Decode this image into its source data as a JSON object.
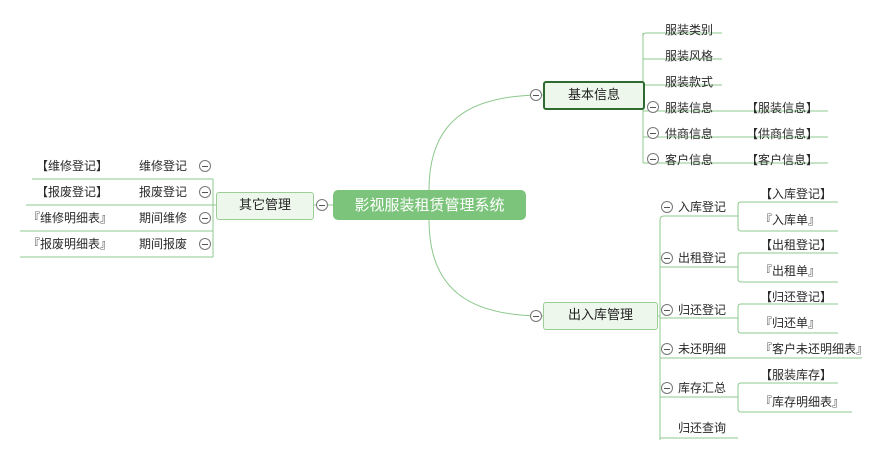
{
  "root": {
    "label": "影视服装租赁管理系统"
  },
  "colors": {
    "accent": "#7cc47b",
    "line": "#8dc88c",
    "selected_border": "#2f6b31"
  },
  "icons": {
    "collapse": "minus-circle-icon"
  },
  "branches": {
    "basic": {
      "label": "基本信息",
      "children": [
        {
          "label": "服装类别"
        },
        {
          "label": "服装风格"
        },
        {
          "label": "服装款式"
        },
        {
          "label": "服装信息",
          "link": "【服装信息】"
        },
        {
          "label": "供商信息",
          "link": "【供商信息】"
        },
        {
          "label": "客户信息",
          "link": "【客户信息】"
        }
      ]
    },
    "inout": {
      "label": "出入库管理",
      "children": [
        {
          "label": "入库登记",
          "links": [
            "【入库登记】",
            "『入库单』"
          ]
        },
        {
          "label": "出租登记",
          "links": [
            "【出租登记】",
            "『出租单』"
          ]
        },
        {
          "label": "归还登记",
          "links": [
            "【归还登记】",
            "『归还单』"
          ]
        },
        {
          "label": "未还明细",
          "links": [
            "『客户未还明细表』"
          ]
        },
        {
          "label": "库存汇总",
          "links": [
            "【服装库存】",
            "『库存明细表』"
          ]
        },
        {
          "label": "归还查询"
        }
      ]
    },
    "other": {
      "label": "其它管理",
      "children": [
        {
          "label": "维修登记",
          "link": "【维修登记】"
        },
        {
          "label": "报废登记",
          "link": "【报废登记】"
        },
        {
          "label": "期间维修",
          "link": "『维修明细表』"
        },
        {
          "label": "期间报废",
          "link": "『报废明细表』"
        }
      ]
    }
  }
}
